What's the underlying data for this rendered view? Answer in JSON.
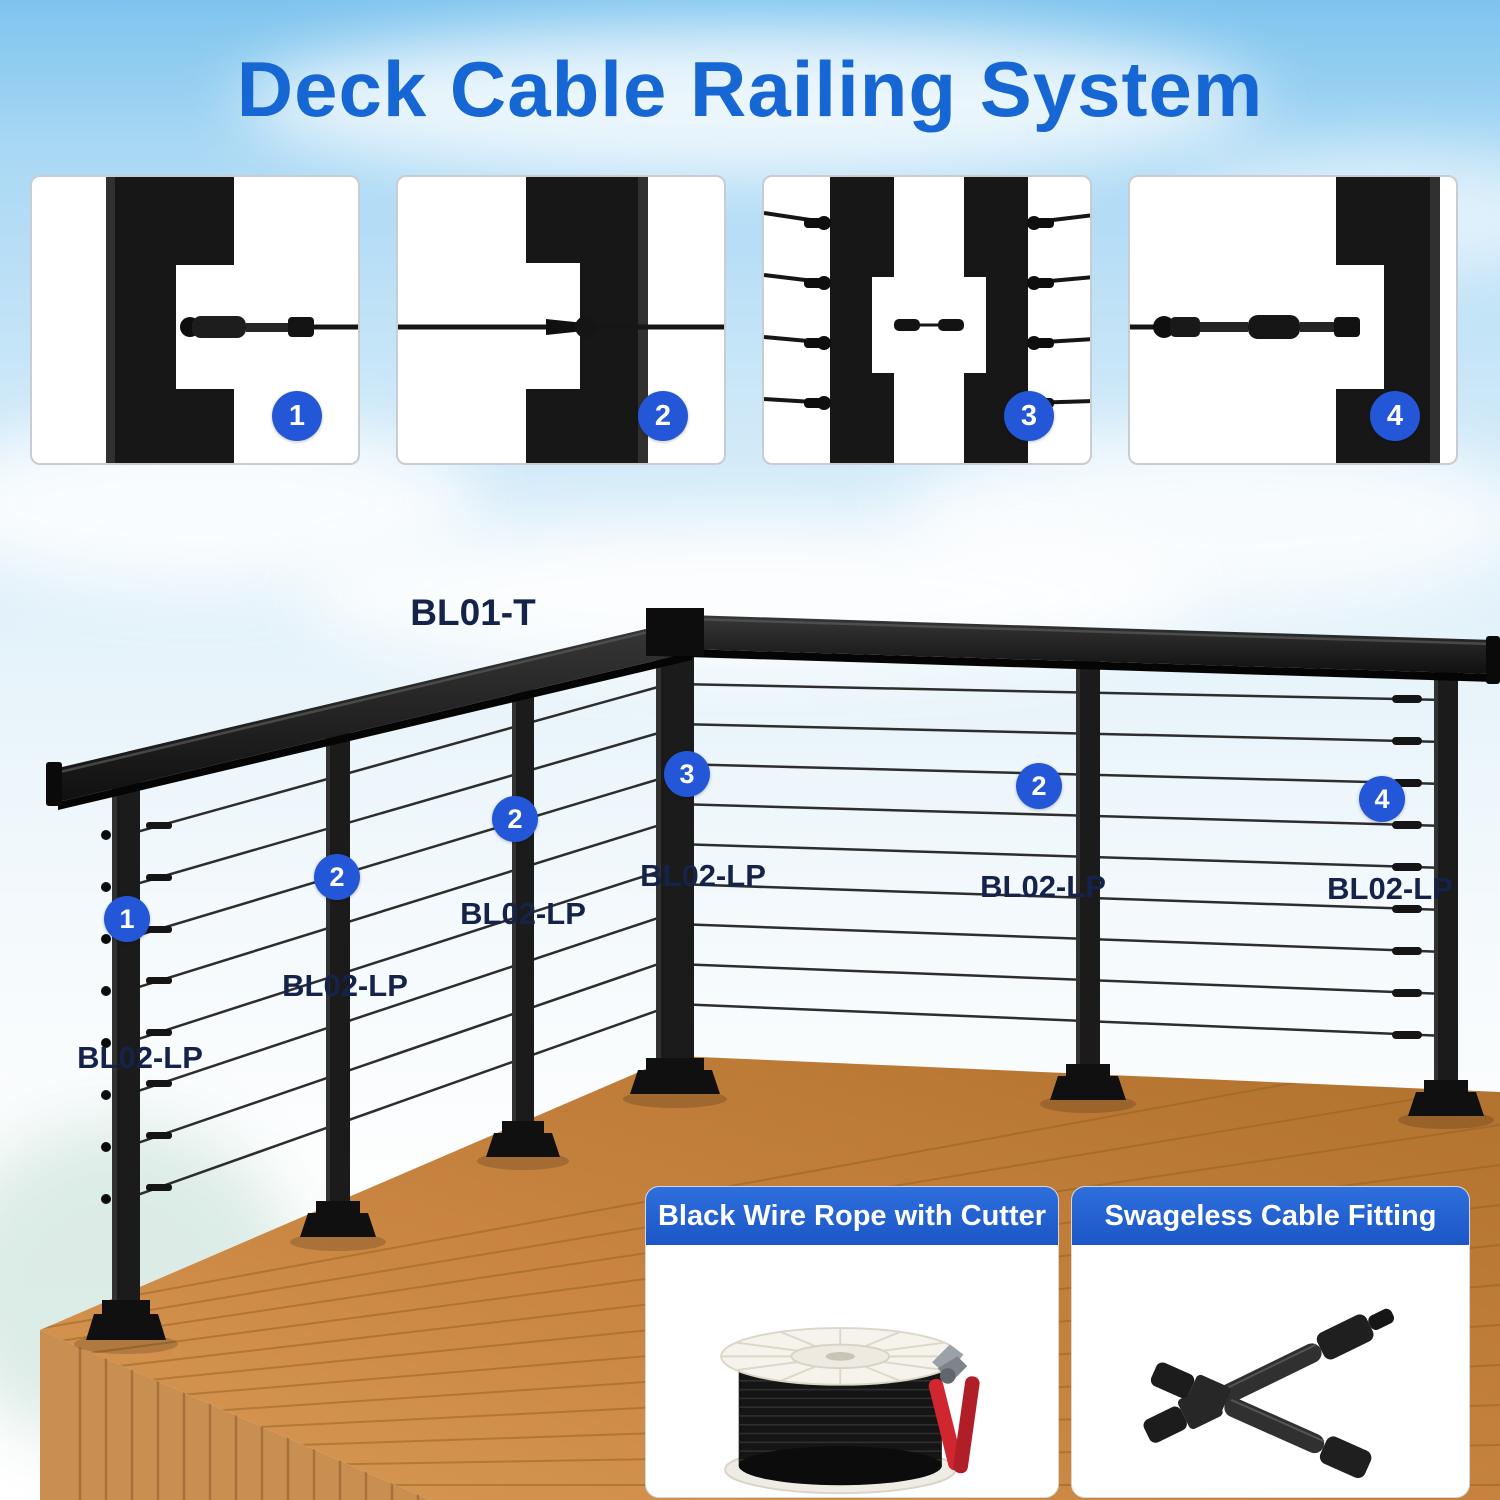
{
  "title": "Deck Cable Railing System",
  "thumbnails": [
    {
      "number": "1"
    },
    {
      "number": "2"
    },
    {
      "number": "3"
    },
    {
      "number": "4"
    }
  ],
  "scene": {
    "rail_label": "BL01-T",
    "post_markers": [
      {
        "number": "1",
        "label": "BL02-LP"
      },
      {
        "number": "2",
        "label": "BL02-LP"
      },
      {
        "number": "2",
        "label": "BL02-LP"
      },
      {
        "number": "3",
        "label": "BL02-LP"
      },
      {
        "number": "2",
        "label": "BL02-LP"
      },
      {
        "number": "4",
        "label": "BL02-LP"
      }
    ]
  },
  "cards": [
    {
      "title": "Black Wire Rope with Cutter"
    },
    {
      "title": "Swageless Cable Fitting"
    }
  ],
  "colors": {
    "accent_blue": "#1667d3",
    "badge_blue": "#2457d8",
    "card_header_blue": "#1c56c6",
    "label_navy": "#15224a",
    "deck_wood": "#c88440",
    "railing_black": "#171717"
  }
}
